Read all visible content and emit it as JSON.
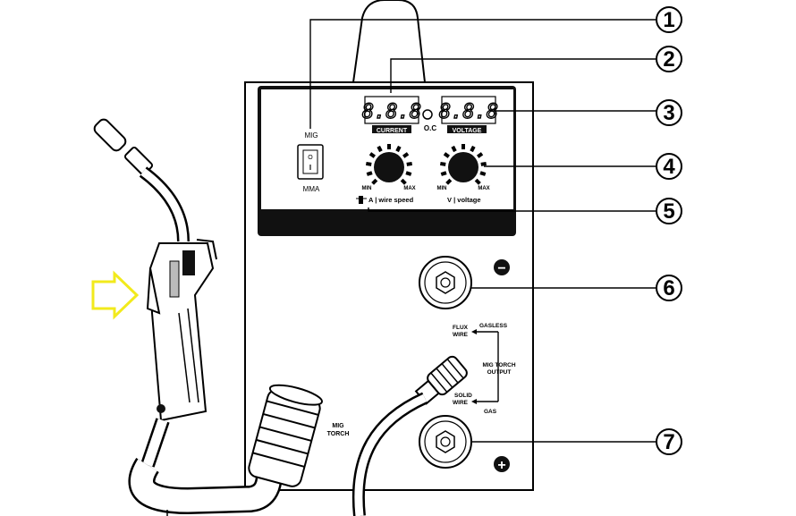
{
  "callouts": [
    "1",
    "2",
    "3",
    "4",
    "5",
    "6",
    "7"
  ],
  "switch": {
    "top_label": "MIG",
    "bottom_label": "MMA",
    "on_glyph": "O",
    "off_glyph": "I"
  },
  "displays": {
    "current_digits": "8.8.8",
    "voltage_digits": "8.8.8",
    "current_label": "CURRENT",
    "voltage_label": "VOLTAGE",
    "oc_label": "O.C"
  },
  "knobs": {
    "left": {
      "min": "MIN",
      "max": "MAX",
      "caption": "A | wire speed"
    },
    "right": {
      "min": "MIN",
      "max": "MAX",
      "caption": "V | voltage"
    }
  },
  "terminals": {
    "negative_symbol": "−",
    "positive_symbol": "+"
  },
  "wiring": {
    "flux_wire": "FLUX\nWIRE",
    "gasless": "GASLESS",
    "mig_torch_output": "MIG TORCH\nOUTPUT",
    "solid_wire": "SOLID\nWIRE",
    "gas": "GAS"
  },
  "torch_label": "MIG\nTORCH",
  "colors": {
    "arrow": "#f2ea1c",
    "ink": "#000000",
    "panel": "#ffffff"
  }
}
